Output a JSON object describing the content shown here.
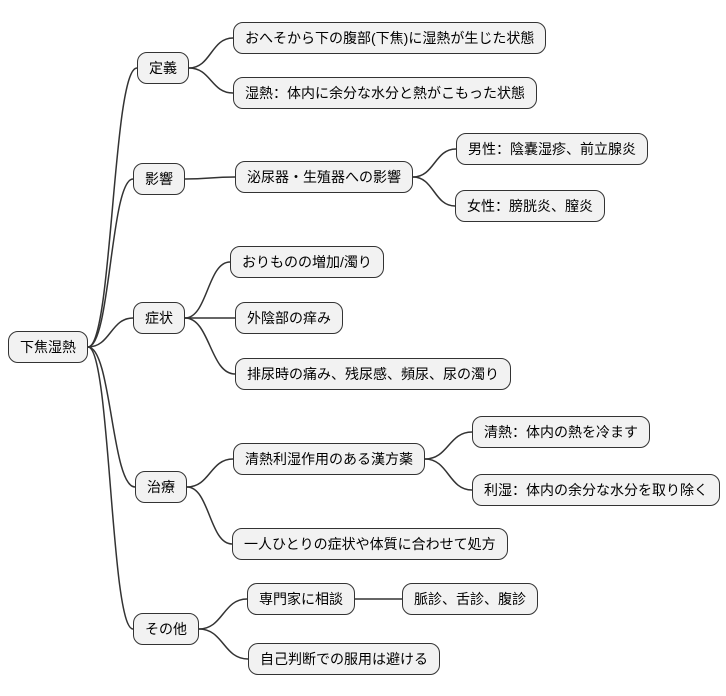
{
  "mindmap": {
    "root": {
      "label": "下焦湿熱",
      "children": [
        {
          "label": "定義",
          "children": [
            {
              "label": "おへそから下の腹部(下焦)に湿熱が生じた状態"
            },
            {
              "label": "湿熱：体内に余分な水分と熱がこもった状態"
            }
          ]
        },
        {
          "label": "影響",
          "children": [
            {
              "label": "泌尿器・生殖器への影響",
              "children": [
                {
                  "label": "男性：陰嚢湿疹、前立腺炎"
                },
                {
                  "label": "女性：膀胱炎、膣炎"
                }
              ]
            }
          ]
        },
        {
          "label": "症状",
          "children": [
            {
              "label": "おりものの増加/濁り"
            },
            {
              "label": "外陰部の痒み"
            },
            {
              "label": "排尿時の痛み、残尿感、頻尿、尿の濁り"
            }
          ]
        },
        {
          "label": "治療",
          "children": [
            {
              "label": "清熱利湿作用のある漢方薬",
              "children": [
                {
                  "label": "清熱：体内の熱を冷ます"
                },
                {
                  "label": "利湿：体内の余分な水分を取り除く"
                }
              ]
            },
            {
              "label": "一人ひとりの症状や体質に合わせて処方"
            }
          ]
        },
        {
          "label": "その他",
          "children": [
            {
              "label": "専門家に相談",
              "children": [
                {
                  "label": "脈診、舌診、腹診"
                }
              ]
            },
            {
              "label": "自己判断での服用は避ける"
            }
          ]
        }
      ]
    }
  },
  "colors": {
    "node_fill": "#f2f2f2",
    "node_border": "#333333",
    "text": "#000000",
    "background": "#ffffff"
  }
}
